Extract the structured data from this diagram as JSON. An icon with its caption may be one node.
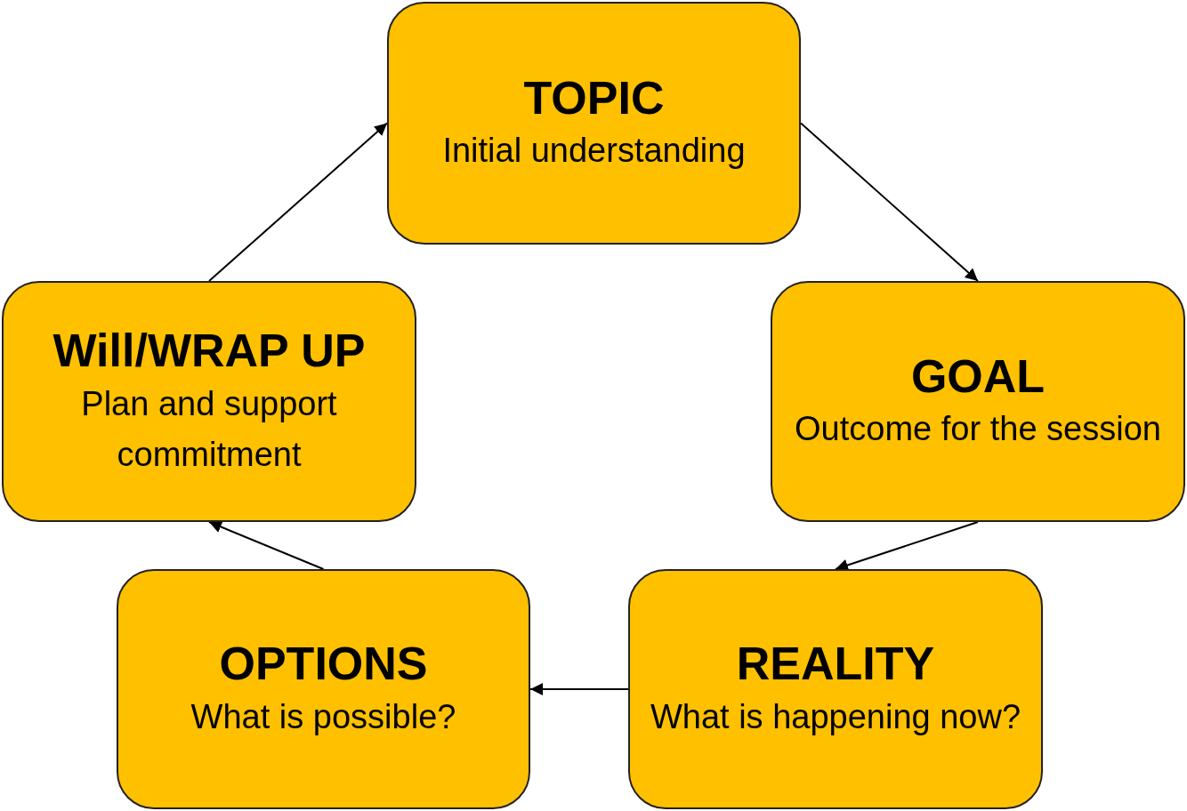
{
  "diagram": {
    "nodes": [
      {
        "text": [
          "TOPIC",
          "Initial understanding"
        ]
      },
      {
        "text": [
          "GOAL",
          "Outcome for the session"
        ]
      },
      {
        "text": [
          "REALITY",
          "What is happening now?"
        ]
      },
      {
        "text": [
          "OPTIONS",
          "What is possible?"
        ]
      },
      {
        "text": [
          "Will/WRAP UP",
          "Plan and support commitment"
        ]
      }
    ],
    "edges": [
      {
        "from": 0,
        "to": 1,
        "arrow": "to"
      },
      {
        "from": 1,
        "to": 2,
        "arrow": "to"
      },
      {
        "from": 2,
        "to": 3,
        "arrow": "to"
      },
      {
        "from": 3,
        "to": 4,
        "arrow": "to"
      },
      {
        "from": 4,
        "to": 0,
        "arrow": "to"
      }
    ]
  }
}
